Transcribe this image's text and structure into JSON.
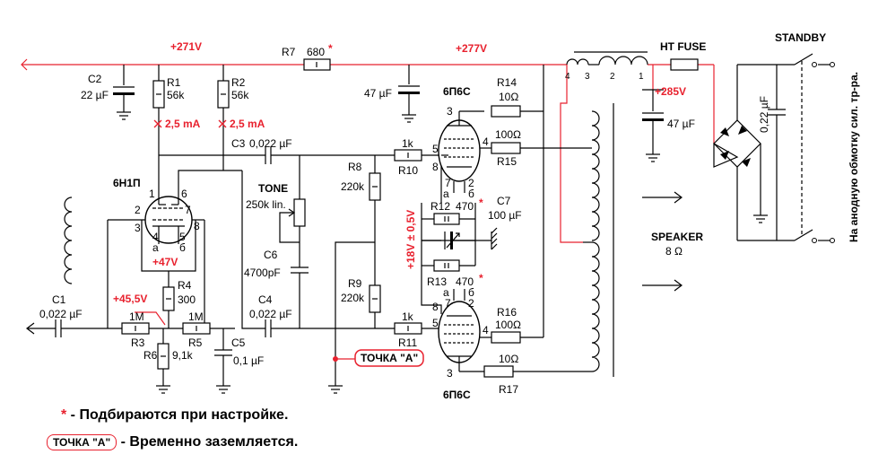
{
  "voltages": {
    "v271": "+271V",
    "v277": "+277V",
    "v285": "+285V",
    "v47": "+47V",
    "v455": "+45,5V",
    "v18": "+18V ± 0,5V"
  },
  "currents": {
    "i1": "2,5 mA",
    "i2": "2,5 mA"
  },
  "star": "*",
  "components": {
    "r7": "R7",
    "r7v": "680",
    "c2": "C2",
    "c2v": "22 µF",
    "r1": "R1",
    "r1v": "56k",
    "r2": "R2",
    "r2v": "56k",
    "c47a": "47 µF",
    "c3": "C3",
    "c3v": "0,022 µF",
    "r8": "R8",
    "r8v": "220k",
    "r9": "R9",
    "r9v": "220k",
    "tone": "TONE",
    "tonev": "250k lin.",
    "c6": "C6",
    "c6v": "4700pF",
    "c4": "C4",
    "c4v": "0,022 µF",
    "c1": "C1",
    "c1v": "0,022 µF",
    "r3": "R3",
    "r3v": "1M",
    "r5": "R5",
    "r5v": "1M",
    "r4": "R4",
    "r4v": "300",
    "r6": "R6",
    "r6v": "9,1k",
    "c5": "C5",
    "c5v": "0,1 µF",
    "r10": "R10",
    "r10v": "1k",
    "r11": "R11",
    "r11v": "1k",
    "r12": "R12",
    "r12v": "470",
    "r13": "R13",
    "r13v": "470",
    "c7": "C7",
    "c7v": "100 µF",
    "r14": "R14",
    "r14v": "10Ω",
    "r15": "R15",
    "r15v": "100Ω",
    "r16": "R16",
    "r16v": "100Ω",
    "r17": "R17",
    "r17v": "10Ω",
    "c47b": "47 µF",
    "c022": "0,22 µF",
    "htfuse": "HT FUSE",
    "standby": "STANDBY",
    "speaker": "SPEAKER",
    "speaker_ohm": "8 Ω",
    "tube1": "6Н1П",
    "tube2": "6П6С",
    "tube3": "6П6С"
  },
  "pins": {
    "p1": "1",
    "p2": "2",
    "p3": "3",
    "p4": "4",
    "p5": "5",
    "p6": "6",
    "p7": "7",
    "p8": "8",
    "a": "а",
    "b": "б"
  },
  "choke": {
    "n4": "4",
    "n3": "3",
    "n2": "2",
    "n1": "1"
  },
  "side_text": "На анодную обмотку сил. тр-ра.",
  "tochka": "ТОЧКА \"А\"",
  "legend": {
    "star_text": " - Подбираются при настройке.",
    "tag_text": "ТОЧКА \"А\"",
    "tag_desc": " - Временно заземляется."
  }
}
